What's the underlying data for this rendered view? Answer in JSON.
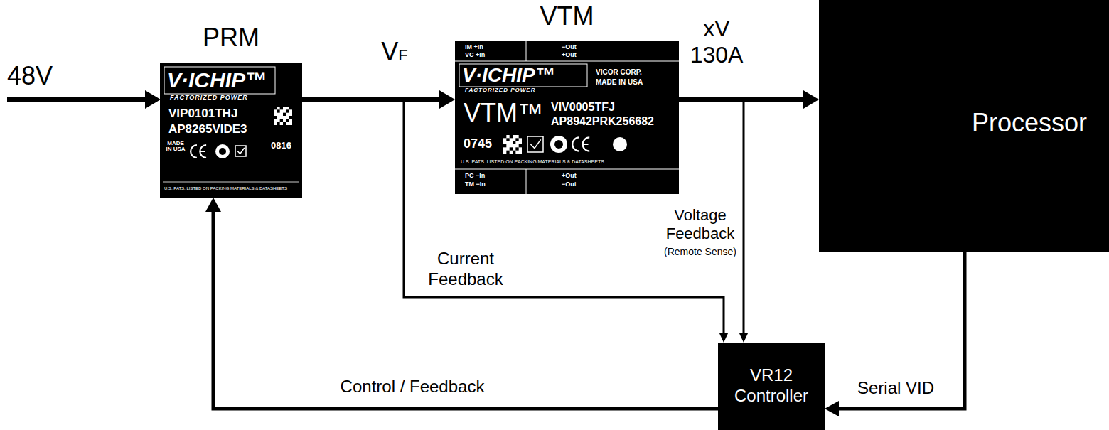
{
  "diagram": {
    "nodes": [
      {
        "text": [
          "PRM",
          "V·ICHIP™",
          "FACTORIZED POWER",
          "VIP0101THJ",
          "AP8265VIDE3",
          "MADE IN USA",
          "0816",
          "U.S. PATS. LISTED ON PACKING MATERIALS & DATASHEETS"
        ]
      },
      {
        "text": [
          "VTM",
          "IM +In",
          "VC +In",
          "−Out",
          "+Out",
          "V·ICHIP™",
          "FACTORIZED POWER",
          "VICOR CORP.",
          "MADE IN USA",
          "VTM™",
          "VIV0005TFJ",
          "AP8942PRK256682",
          "0745",
          "U.S. PATS. LISTED ON PACKING MATERIALS & DATASHEETS",
          "PC −In",
          "TM −In",
          "+Out",
          "−Out"
        ]
      },
      {
        "text": [
          "Processor"
        ]
      },
      {
        "text": [
          "VR12 Controller"
        ]
      }
    ],
    "edges": [
      {
        "from": 0,
        "to": 1,
        "arrow": "to",
        "label": "VF"
      },
      {
        "from": 1,
        "to": 2,
        "arrow": "to",
        "label": "xV 130A"
      },
      {
        "from": 0,
        "to": 3,
        "arrow": "to",
        "label": "Current Feedback"
      },
      {
        "from": 1,
        "to": 3,
        "arrow": "to",
        "label": "Voltage Feedback"
      },
      {
        "from": 3,
        "to": 0,
        "arrow": "to",
        "label": "Control / Feedback"
      },
      {
        "from": 2,
        "to": 3,
        "arrow": "to",
        "label": "Serial VID"
      }
    ],
    "labels": [
      "48V",
      "(Remote Sense)"
    ]
  }
}
